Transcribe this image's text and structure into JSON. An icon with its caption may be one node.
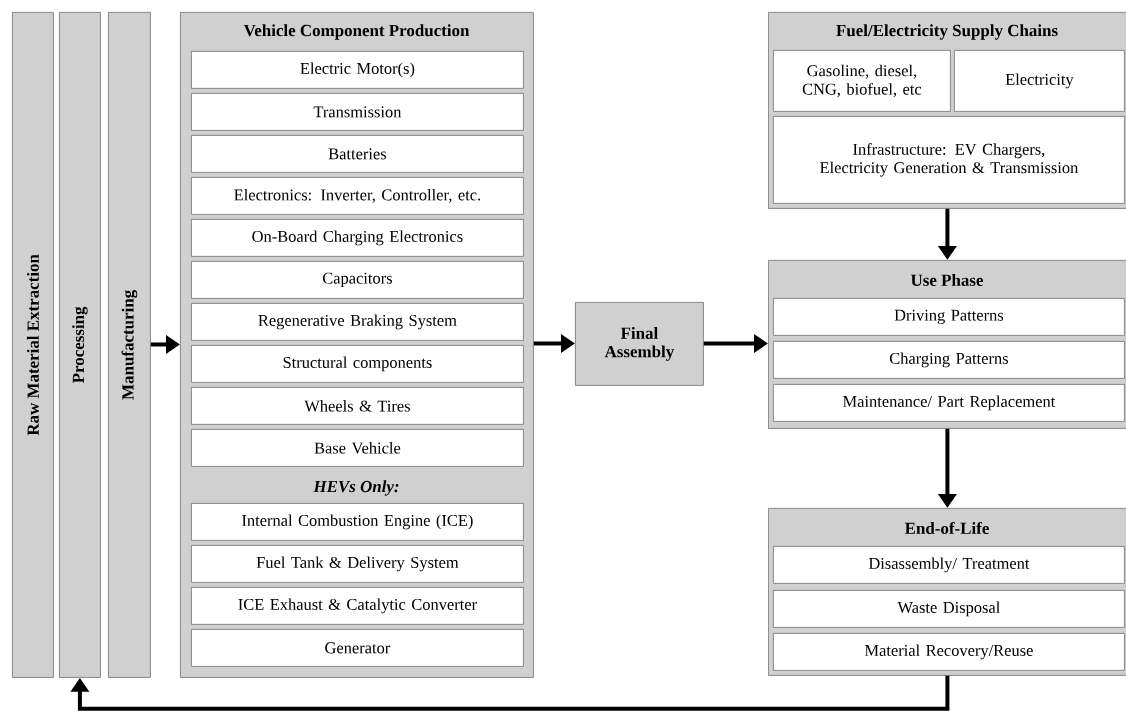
{
  "diagram": {
    "nodes": [
      {
        "text": [
          "Raw Material Extraction"
        ]
      },
      {
        "text": [
          "Processing"
        ]
      },
      {
        "text": [
          "Manufacturing"
        ]
      },
      {
        "text": [
          "Vehicle Component Production",
          "HEVs Only:"
        ]
      },
      {
        "text": [
          "Electric Motor(s)"
        ],
        "in": 3
      },
      {
        "text": [
          "Transmission"
        ],
        "in": 3
      },
      {
        "text": [
          "Batteries"
        ],
        "in": 3
      },
      {
        "text": [
          "Electronics: Inverter, Controller, etc."
        ],
        "in": 3
      },
      {
        "text": [
          "On-Board Charging Electronics"
        ],
        "in": 3
      },
      {
        "text": [
          "Capacitors"
        ],
        "in": 3
      },
      {
        "text": [
          "Regenerative Braking System"
        ],
        "in": 3
      },
      {
        "text": [
          "Structural components"
        ],
        "in": 3
      },
      {
        "text": [
          "Wheels & Tires"
        ],
        "in": 3
      },
      {
        "text": [
          "Base Vehicle"
        ],
        "in": 3
      },
      {
        "text": [
          "Internal Combustion Engine (ICE)"
        ],
        "in": 3
      },
      {
        "text": [
          "Fuel Tank & Delivery System"
        ],
        "in": 3
      },
      {
        "text": [
          "ICE Exhaust & Catalytic Converter"
        ],
        "in": 3
      },
      {
        "text": [
          "Generator"
        ],
        "in": 3
      },
      {
        "text": [
          "Final Assembly"
        ]
      },
      {
        "text": [
          "Fuel/Electricity Supply Chains"
        ]
      },
      {
        "text": [
          "Gasoline, diesel, CNG, biofuel, etc"
        ],
        "in": 19
      },
      {
        "text": [
          "Electricity"
        ],
        "in": 19
      },
      {
        "text": [
          "Infrastructure: EV Chargers, Electricity Generation & Transmission"
        ],
        "in": 19
      },
      {
        "text": [
          "Use Phase"
        ]
      },
      {
        "text": [
          "Driving Patterns"
        ],
        "in": 23
      },
      {
        "text": [
          "Charging Patterns"
        ],
        "in": 23
      },
      {
        "text": [
          "Maintenance/ Part Replacement"
        ],
        "in": 23
      },
      {
        "text": [
          "End-of-Life"
        ]
      },
      {
        "text": [
          "Disassembly/ Treatment"
        ],
        "in": 27
      },
      {
        "text": [
          "Waste Disposal"
        ],
        "in": 27
      },
      {
        "text": [
          "Material Recovery/Reuse"
        ],
        "in": 27
      }
    ],
    "edges": [
      {
        "from": 2,
        "to": 3,
        "arrow": "to"
      },
      {
        "from": 3,
        "to": 18,
        "arrow": "to"
      },
      {
        "from": 18,
        "to": 23,
        "arrow": "to"
      },
      {
        "from": 19,
        "to": 23,
        "arrow": "to"
      },
      {
        "from": 23,
        "to": 27,
        "arrow": "to"
      },
      {
        "from": 27,
        "to": 1,
        "arrow": "to"
      }
    ]
  }
}
